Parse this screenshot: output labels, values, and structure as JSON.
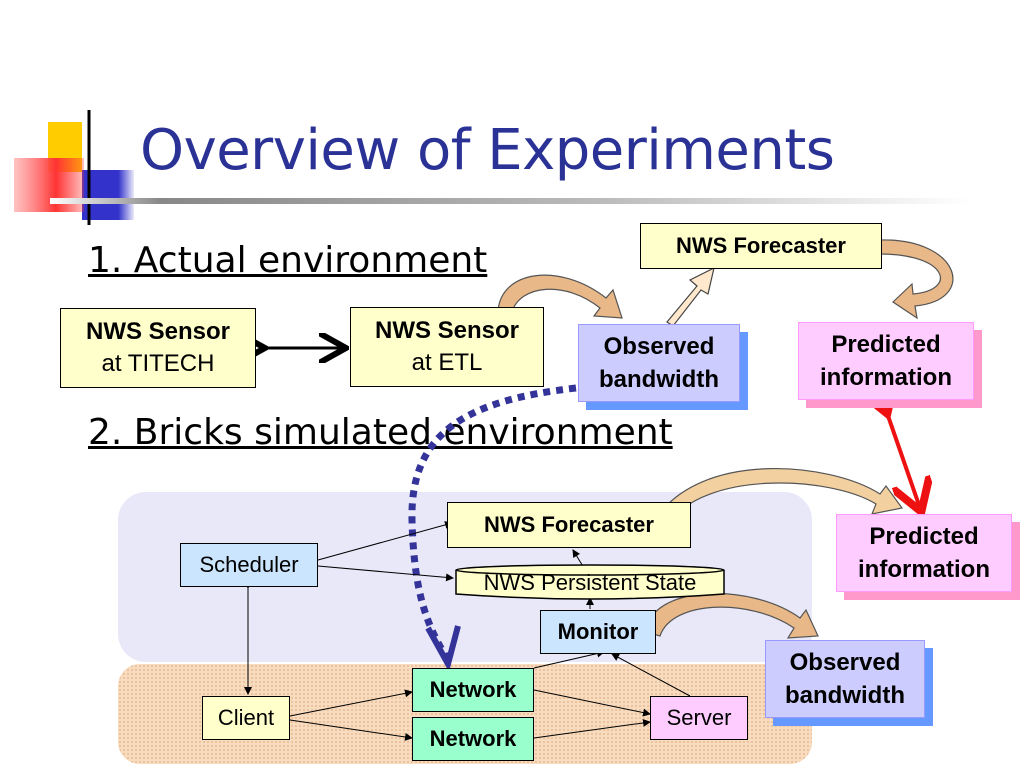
{
  "slide": {
    "title": "Overview of Experiments",
    "section1": "1. Actual environment",
    "section2": "2. Bricks simulated environment"
  },
  "actual": {
    "sensor_titech": {
      "line1": "NWS Sensor",
      "line2": "at TITECH"
    },
    "sensor_etl": {
      "line1": "NWS Sensor",
      "line2": "at ETL"
    },
    "forecaster": "NWS Forecaster",
    "observed": {
      "line1": "Observed",
      "line2": "bandwidth"
    },
    "predicted": {
      "line1": "Predicted",
      "line2": "information"
    }
  },
  "simulated": {
    "scheduler": "Scheduler",
    "forecaster": "NWS Forecaster",
    "persistent_state": "NWS Persistent State",
    "monitor": "Monitor",
    "client": "Client",
    "network1": "Network",
    "network2": "Network",
    "server": "Server",
    "predicted": {
      "line1": "Predicted",
      "line2": "information"
    },
    "observed": {
      "line1": "Observed",
      "line2": "bandwidth"
    }
  },
  "colors": {
    "title": "#2b3296",
    "accent_yellow": "#ffcc00",
    "accent_blue": "#3333cc",
    "accent_red": "#ff3333",
    "dotted_arrow": "#333399",
    "red_arrow": "#ee1111",
    "curved_arrow": "#e8b888"
  }
}
